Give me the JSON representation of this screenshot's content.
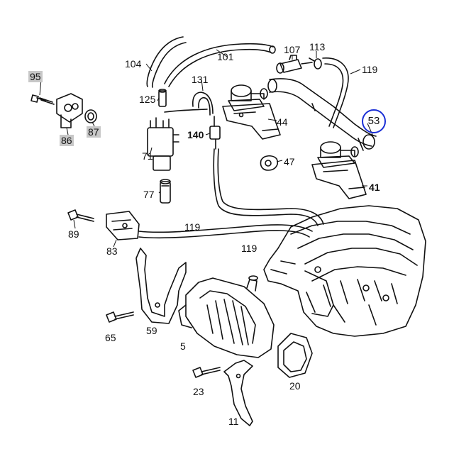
{
  "callouts": {
    "c104": "104",
    "c101": "101",
    "c107": "107",
    "c113": "113",
    "c119a": "119",
    "c95": "95",
    "c131": "131",
    "c125": "125",
    "c86": "86",
    "c87": "87",
    "c44": "44",
    "c53": "53",
    "c140": "140",
    "c71": "71",
    "c47": "47",
    "c41": "41",
    "c77": "77",
    "c89": "89",
    "c119b": "119",
    "c83": "83",
    "c119c": "119",
    "c65": "65",
    "c59": "59",
    "c5": "5",
    "c23": "23",
    "c20": "20",
    "c11": "11"
  },
  "colors": {
    "line": "#111111",
    "gray_box": "#c8c8c8",
    "highlight_circle": "#1a2fd6"
  }
}
